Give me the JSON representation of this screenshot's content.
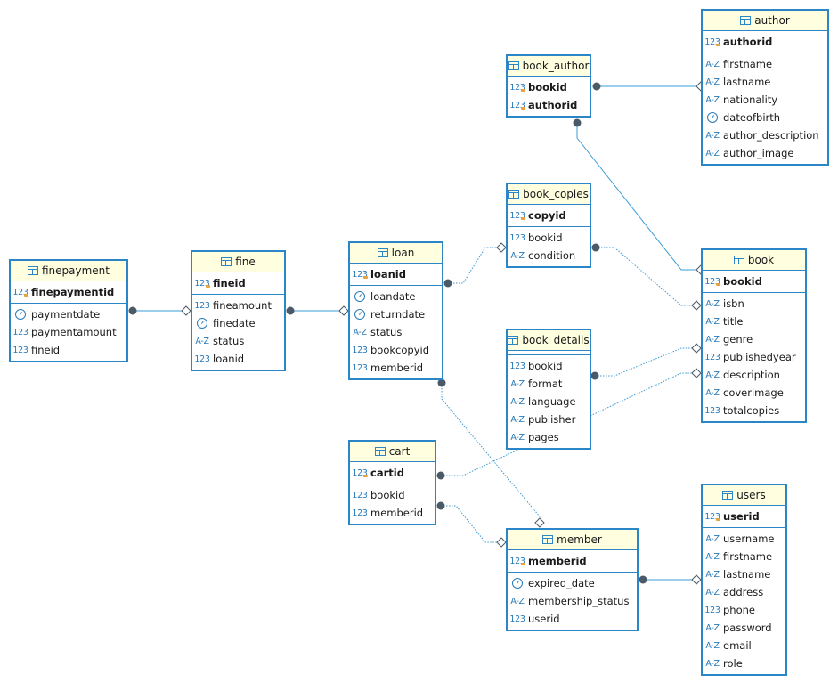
{
  "colors": {
    "border": "#2a86c7",
    "header_bg": "#ffffe0",
    "connector": "#3a9bd5",
    "endpoint": "#4a5a68"
  },
  "tables": {
    "finepayment": {
      "name": "finepayment",
      "pk": [
        {
          "type": "num",
          "name": "finepaymentid"
        }
      ],
      "cols": [
        {
          "type": "date",
          "name": "paymentdate"
        },
        {
          "type": "num",
          "name": "paymentamount"
        },
        {
          "type": "num",
          "name": "fineid"
        }
      ]
    },
    "fine": {
      "name": "fine",
      "pk": [
        {
          "type": "num",
          "name": "fineid"
        }
      ],
      "cols": [
        {
          "type": "num",
          "name": "fineamount"
        },
        {
          "type": "date",
          "name": "finedate"
        },
        {
          "type": "text",
          "name": "status"
        },
        {
          "type": "num",
          "name": "loanid"
        }
      ]
    },
    "loan": {
      "name": "loan",
      "pk": [
        {
          "type": "num",
          "name": "loanid"
        }
      ],
      "cols": [
        {
          "type": "date",
          "name": "loandate"
        },
        {
          "type": "date",
          "name": "returndate"
        },
        {
          "type": "text",
          "name": "status"
        },
        {
          "type": "num",
          "name": "bookcopyid"
        },
        {
          "type": "num",
          "name": "memberid"
        }
      ]
    },
    "book_author": {
      "name": "book_author",
      "pk": [
        {
          "type": "num",
          "name": "bookid"
        },
        {
          "type": "num",
          "name": "authorid"
        }
      ],
      "cols": []
    },
    "book_copies": {
      "name": "book_copies",
      "pk": [
        {
          "type": "num",
          "name": "copyid"
        }
      ],
      "cols": [
        {
          "type": "num",
          "name": "bookid"
        },
        {
          "type": "text",
          "name": "condition"
        }
      ]
    },
    "book_details": {
      "name": "book_details",
      "pk": [],
      "cols": [
        {
          "type": "num",
          "name": "bookid"
        },
        {
          "type": "text",
          "name": "format"
        },
        {
          "type": "text",
          "name": "language"
        },
        {
          "type": "text",
          "name": "publisher"
        },
        {
          "type": "text",
          "name": "pages"
        }
      ]
    },
    "author": {
      "name": "author",
      "pk": [
        {
          "type": "num",
          "name": "authorid"
        }
      ],
      "cols": [
        {
          "type": "text",
          "name": "firstname"
        },
        {
          "type": "text",
          "name": "lastname"
        },
        {
          "type": "text",
          "name": "nationality"
        },
        {
          "type": "date",
          "name": "dateofbirth"
        },
        {
          "type": "text",
          "name": "author_description"
        },
        {
          "type": "text",
          "name": "author_image"
        }
      ]
    },
    "book": {
      "name": "book",
      "pk": [
        {
          "type": "num",
          "name": "bookid"
        }
      ],
      "cols": [
        {
          "type": "text",
          "name": "isbn"
        },
        {
          "type": "text",
          "name": "title"
        },
        {
          "type": "text",
          "name": "genre"
        },
        {
          "type": "num",
          "name": "publishedyear"
        },
        {
          "type": "text",
          "name": "description"
        },
        {
          "type": "text",
          "name": "coverimage"
        },
        {
          "type": "num",
          "name": "totalcopies"
        }
      ]
    },
    "cart": {
      "name": "cart",
      "pk": [
        {
          "type": "num",
          "name": "cartid"
        }
      ],
      "cols": [
        {
          "type": "num",
          "name": "bookid"
        },
        {
          "type": "num",
          "name": "memberid"
        }
      ]
    },
    "member": {
      "name": "member",
      "pk": [
        {
          "type": "num",
          "name": "memberid"
        }
      ],
      "cols": [
        {
          "type": "date",
          "name": "expired_date"
        },
        {
          "type": "text",
          "name": "membership_status"
        },
        {
          "type": "num",
          "name": "userid"
        }
      ]
    },
    "users": {
      "name": "users",
      "pk": [
        {
          "type": "num",
          "name": "userid"
        }
      ],
      "cols": [
        {
          "type": "text",
          "name": "username"
        },
        {
          "type": "text",
          "name": "firstname"
        },
        {
          "type": "text",
          "name": "lastname"
        },
        {
          "type": "text",
          "name": "address"
        },
        {
          "type": "num",
          "name": "phone"
        },
        {
          "type": "text",
          "name": "password"
        },
        {
          "type": "text",
          "name": "email"
        },
        {
          "type": "text",
          "name": "role"
        }
      ]
    }
  },
  "type_labels": {
    "num": "123",
    "text": "A-Z"
  },
  "relationships": [
    {
      "from": "finepayment",
      "to": "fine"
    },
    {
      "from": "fine",
      "to": "loan"
    },
    {
      "from": "loan",
      "to": "book_copies"
    },
    {
      "from": "loan",
      "to": "member"
    },
    {
      "from": "book_copies",
      "to": "book"
    },
    {
      "from": "book_author",
      "to": "author"
    },
    {
      "from": "book_author",
      "to": "book"
    },
    {
      "from": "book_details",
      "to": "book"
    },
    {
      "from": "cart",
      "to": "book"
    },
    {
      "from": "cart",
      "to": "member"
    },
    {
      "from": "member",
      "to": "users"
    }
  ]
}
